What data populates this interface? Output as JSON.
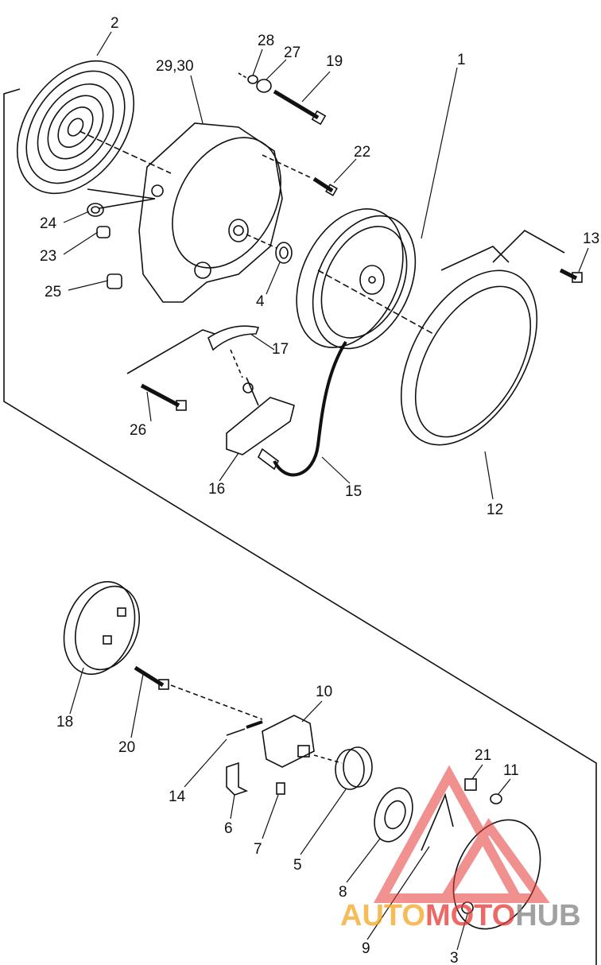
{
  "callouts": {
    "p2": "2",
    "p29_30": "29,30",
    "p28": "28",
    "p27": "27",
    "p19": "19",
    "p22": "22",
    "p1": "1",
    "p13": "13",
    "p24": "24",
    "p23": "23",
    "p25": "25",
    "p4": "4",
    "p17": "17",
    "p26": "26",
    "p16": "16",
    "p15": "15",
    "p12": "12",
    "p18": "18",
    "p20": "20",
    "p10": "10",
    "p14": "14",
    "p6": "6",
    "p7": "7",
    "p5": "5",
    "p8": "8",
    "p9": "9",
    "p21": "21",
    "p11": "11",
    "p3": "3"
  },
  "watermark": {
    "part1": "AUTO",
    "part2": "MOTO",
    "part3": "HUB"
  },
  "colors": {
    "ink": "#111111",
    "watermark_red": "#e53935",
    "watermark_orange": "#f5a623",
    "watermark_gray": "#8a8a8a"
  }
}
